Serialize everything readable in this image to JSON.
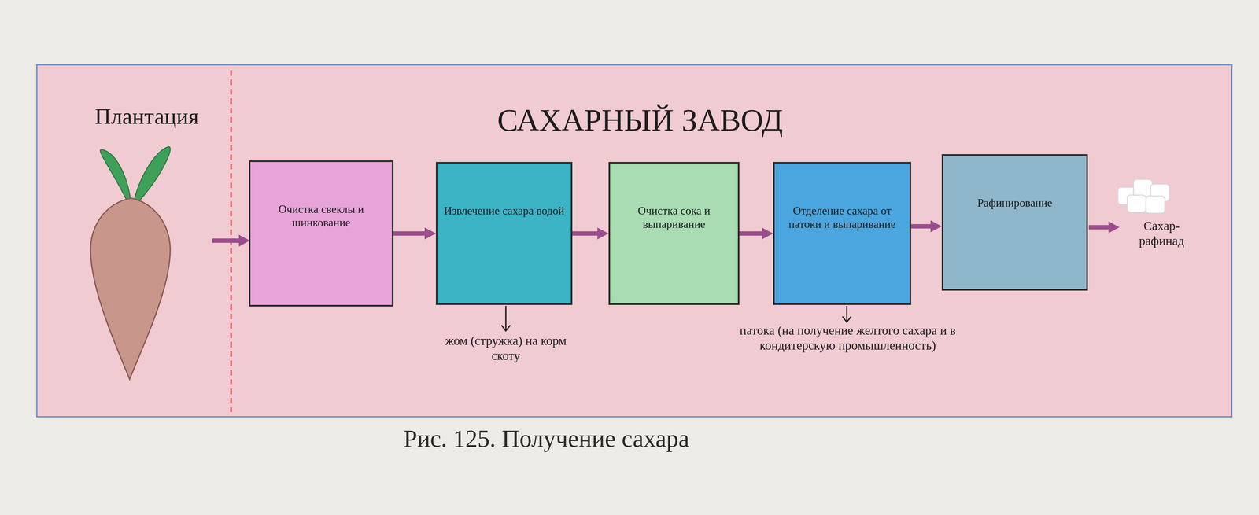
{
  "diagram": {
    "title": "САХАРНЫЙ ЗАВОД",
    "caption": "Рис. 125. Получение сахара",
    "nodes": [
      {
        "text": [
          "Очистка свеклы и шинкование"
        ]
      },
      {
        "text": [
          "Извлечение сахара водой"
        ]
      },
      {
        "text": [
          "Очистка сока и выпаривание"
        ]
      },
      {
        "text": [
          "Отделение сахара от патоки и выпаривание"
        ]
      },
      {
        "text": [
          "Рафинирование"
        ]
      }
    ],
    "edges": [
      {
        "from": 0,
        "to": 1,
        "arrow": "to"
      },
      {
        "from": 1,
        "to": 2,
        "arrow": "to"
      },
      {
        "from": 2,
        "to": 3,
        "arrow": "to"
      },
      {
        "from": 3,
        "to": 4,
        "arrow": "to"
      }
    ],
    "labels": [
      "Плантация",
      "жом (стружка) на корм скоту",
      "патока (на получение желтого сахара и в кондитерскую промышленность)",
      "Сахар-рафинад"
    ]
  }
}
